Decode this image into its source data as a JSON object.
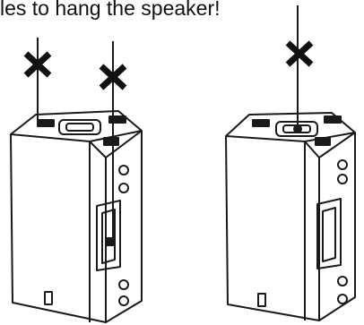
{
  "caption": {
    "text": "les to hang the speaker!"
  },
  "colors": {
    "ink": "#1a1a1a",
    "paper": "#ffffff",
    "grey": "#cfcfcf"
  },
  "icons": [
    "cross-mark-icon",
    "hanging-cable",
    "speaker-cabinet"
  ]
}
